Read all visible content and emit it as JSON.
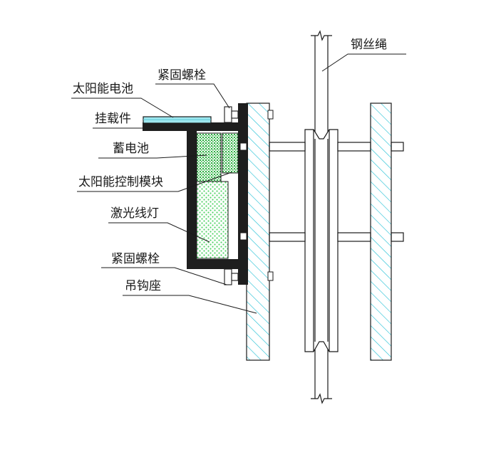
{
  "labels": {
    "tightening_bolt_top": "紧固螺栓",
    "solar_panel": "太阳能电池",
    "mount_piece": "挂载件",
    "battery": "蓄电池",
    "solar_controller": "太阳能控制模块",
    "laser_lamp": "激光线灯",
    "tightening_bolt_bottom": "紧固螺栓",
    "hook_seat": "吊钩座",
    "wire_rope": "钢丝绳"
  },
  "colors": {
    "frame": "#1e1e1e",
    "hatch": "#29c2d6",
    "solar_panel": "#9ee8f0",
    "battery_fill": "#32b24a",
    "laser_fill": "#54d468",
    "line": "#1a1a1a"
  }
}
